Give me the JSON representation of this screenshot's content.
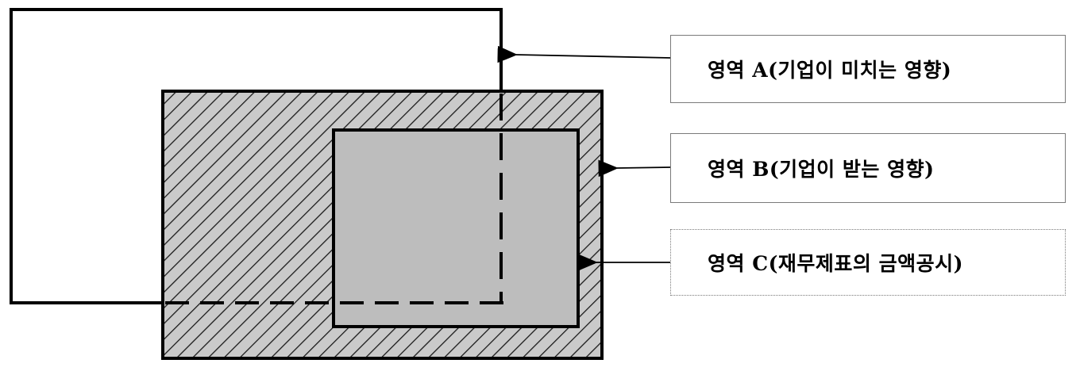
{
  "labels": {
    "area_a": "영역 A(기업이 미치는 영향)",
    "area_b": "영역 B(기업이 받는 영향)",
    "area_c": "영역 C(재무제표의 금액공시)"
  },
  "colors": {
    "outline": "#000000",
    "hatch": "#1a1a1a",
    "hatch_background": "#c9c9c9",
    "inner_fill": "#bdbdbd",
    "rect_a_fill": "#ffffff"
  }
}
